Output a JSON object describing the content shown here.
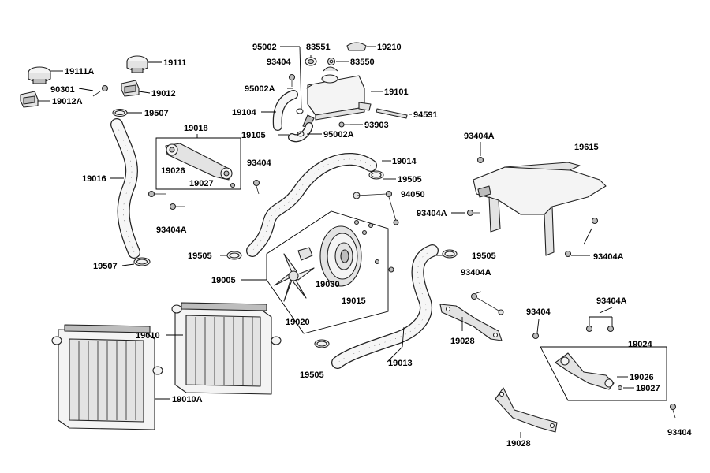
{
  "labels": {
    "p19111A": "19111A",
    "p19111": "19111",
    "p90301": "90301",
    "p19012": "19012",
    "p19012A": "19012A",
    "p19507_top": "19507",
    "p95002": "95002",
    "p83551": "83551",
    "p19210": "19210",
    "p93404_tank": "93404",
    "p83550": "83550",
    "p95002A_top": "95002A",
    "p19101": "19101",
    "p19104": "19104",
    "p94591": "94591",
    "p93903": "93903",
    "p19105": "19105",
    "p95002A_bottom": "95002A",
    "p19018": "19018",
    "p19016": "19016",
    "p19026_left": "19026",
    "p19027_left": "19027",
    "p93404_mid": "93404",
    "p19014": "19014",
    "p19505_right_top": "19505",
    "p94050": "94050",
    "p93404A_left": "93404A",
    "p93404A_cover_top": "93404A",
    "p19615": "19615",
    "p93404A_cover_left": "93404A",
    "p93404A_cover_right": "93404A",
    "p19505_left": "19505",
    "p19507_bottom": "19507",
    "p19005": "19005",
    "p19030": "19030",
    "p19015": "19015",
    "p19020": "19020",
    "p19505_right_mid": "19505",
    "p93404A_bracket": "93404A",
    "p19010": "19010",
    "p19028_top": "19028",
    "p93404_right": "93404",
    "p93404A_right": "93404A",
    "p19024": "19024",
    "p19013": "19013",
    "p19505_bottom": "19505",
    "p19026_right": "19026",
    "p19027_right": "19027",
    "p19010A": "19010A",
    "p19028_bottom": "19028",
    "p93404_bottom_right": "93404"
  }
}
